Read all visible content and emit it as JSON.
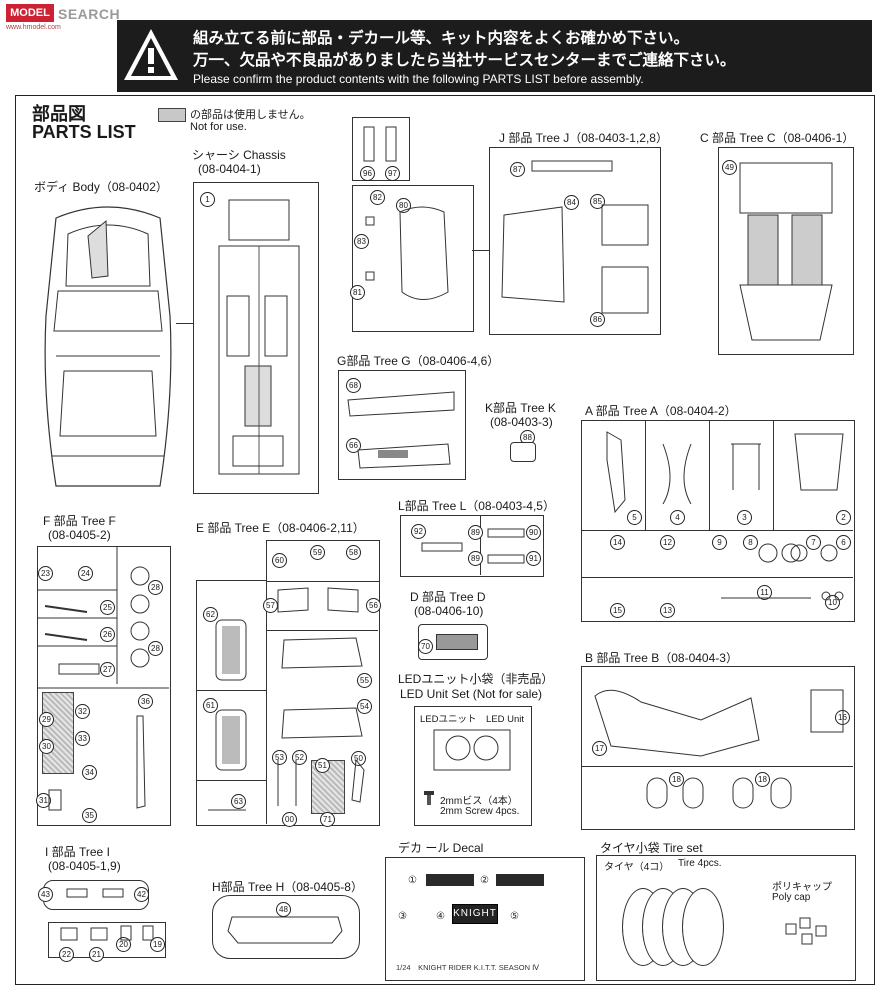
{
  "watermark": {
    "logo": "MODEL",
    "label": "SEARCH",
    "sub": "www.hmodel.com"
  },
  "header": {
    "line1": "組み立てる前に部品・デカール等、キット内容をよくお確かめ下さい。",
    "line2": "万一、欠品や不良品がありましたら当社サービスセンターまでご連絡下さい。",
    "line3": "Please confirm the product contents with the following PARTS LIST before assembly."
  },
  "parts_list": {
    "title_jp": "部品図",
    "title_en": "PARTS LIST"
  },
  "not_for_use": {
    "jp": "の部品は使用しません。",
    "en": "Not for use."
  },
  "body": {
    "label": "ボディ Body（08-0402）"
  },
  "chassis": {
    "label1": "シャーシ Chassis",
    "label2": "(08-0404-1)",
    "num": "1"
  },
  "tree_j": {
    "label": "J 部品 Tree J（08-0403-1,2,8）",
    "nums": [
      "96",
      "97",
      "82",
      "80",
      "83",
      "81",
      "87",
      "84",
      "85",
      "86"
    ]
  },
  "tree_c": {
    "label": "C 部品 Tree C（08-0406-1）",
    "nums": [
      "49"
    ]
  },
  "tree_g": {
    "label": "G部品 Tree G（08-0406-4,6）",
    "nums": [
      "68",
      "66"
    ]
  },
  "tree_k": {
    "label1": "K部品 Tree K",
    "label2": "(08-0403-3)",
    "nums": [
      "88"
    ]
  },
  "tree_a": {
    "label": "A 部品 Tree A（08-0404-2）",
    "nums": [
      "5",
      "4",
      "3",
      "2",
      "14",
      "12",
      "9",
      "8",
      "7",
      "6",
      "15",
      "13",
      "11",
      "10"
    ]
  },
  "tree_f": {
    "label1": "F 部品 Tree F",
    "label2": "(08-0405-2)",
    "nums": [
      "23",
      "24",
      "28",
      "25",
      "26",
      "28",
      "27",
      "29",
      "30",
      "32",
      "33",
      "36",
      "34",
      "35",
      "31"
    ]
  },
  "tree_e": {
    "label": "E 部品 Tree E（08-0406-2,11）",
    "nums": [
      "60",
      "59",
      "58",
      "57",
      "56",
      "62",
      "55",
      "61",
      "54",
      "53",
      "52",
      "51",
      "50",
      "63",
      "00",
      "71"
    ]
  },
  "tree_l": {
    "label": "L部品 Tree L（08-0403-4,5）",
    "nums": [
      "92",
      "89",
      "90",
      "89",
      "91"
    ]
  },
  "tree_d": {
    "label1": "D 部品 Tree D",
    "label2": "(08-0406-10)",
    "nums": [
      "70"
    ]
  },
  "led": {
    "label1": "LEDユニット小袋（非売品）",
    "label2": "LED Unit Set (Not for sale)",
    "inner": "LEDユニット　LED Unit",
    "screw1": "2mmビス（4本）",
    "screw2": "2mm Screw 4pcs."
  },
  "tree_b": {
    "label": "B 部品 Tree B（08-0404-3）",
    "nums": [
      "16",
      "17",
      "18",
      "18"
    ]
  },
  "tree_i": {
    "label1": "I 部品 Tree I",
    "label2": "(08-0405-1,9)",
    "nums": [
      "43",
      "42",
      "22",
      "21",
      "20",
      "19"
    ]
  },
  "tree_h": {
    "label": "H部品 Tree H（08-0405-8）",
    "nums": [
      "48"
    ]
  },
  "decal": {
    "label": "デカ ール Decal",
    "nums": [
      "①",
      "②",
      "③",
      "④",
      "⑤"
    ],
    "plate": "KNIGHT",
    "footer": "1/24　KNIGHT RIDER  K.I.T.T. SEASON Ⅳ"
  },
  "tire_set": {
    "label": "タイヤ小袋 Tire set",
    "tire_jp": "タイヤ（4コ）",
    "tire_en": "Tire 4pcs.",
    "poly_jp": "ポリキャップ",
    "poly_en": "Poly cap"
  }
}
